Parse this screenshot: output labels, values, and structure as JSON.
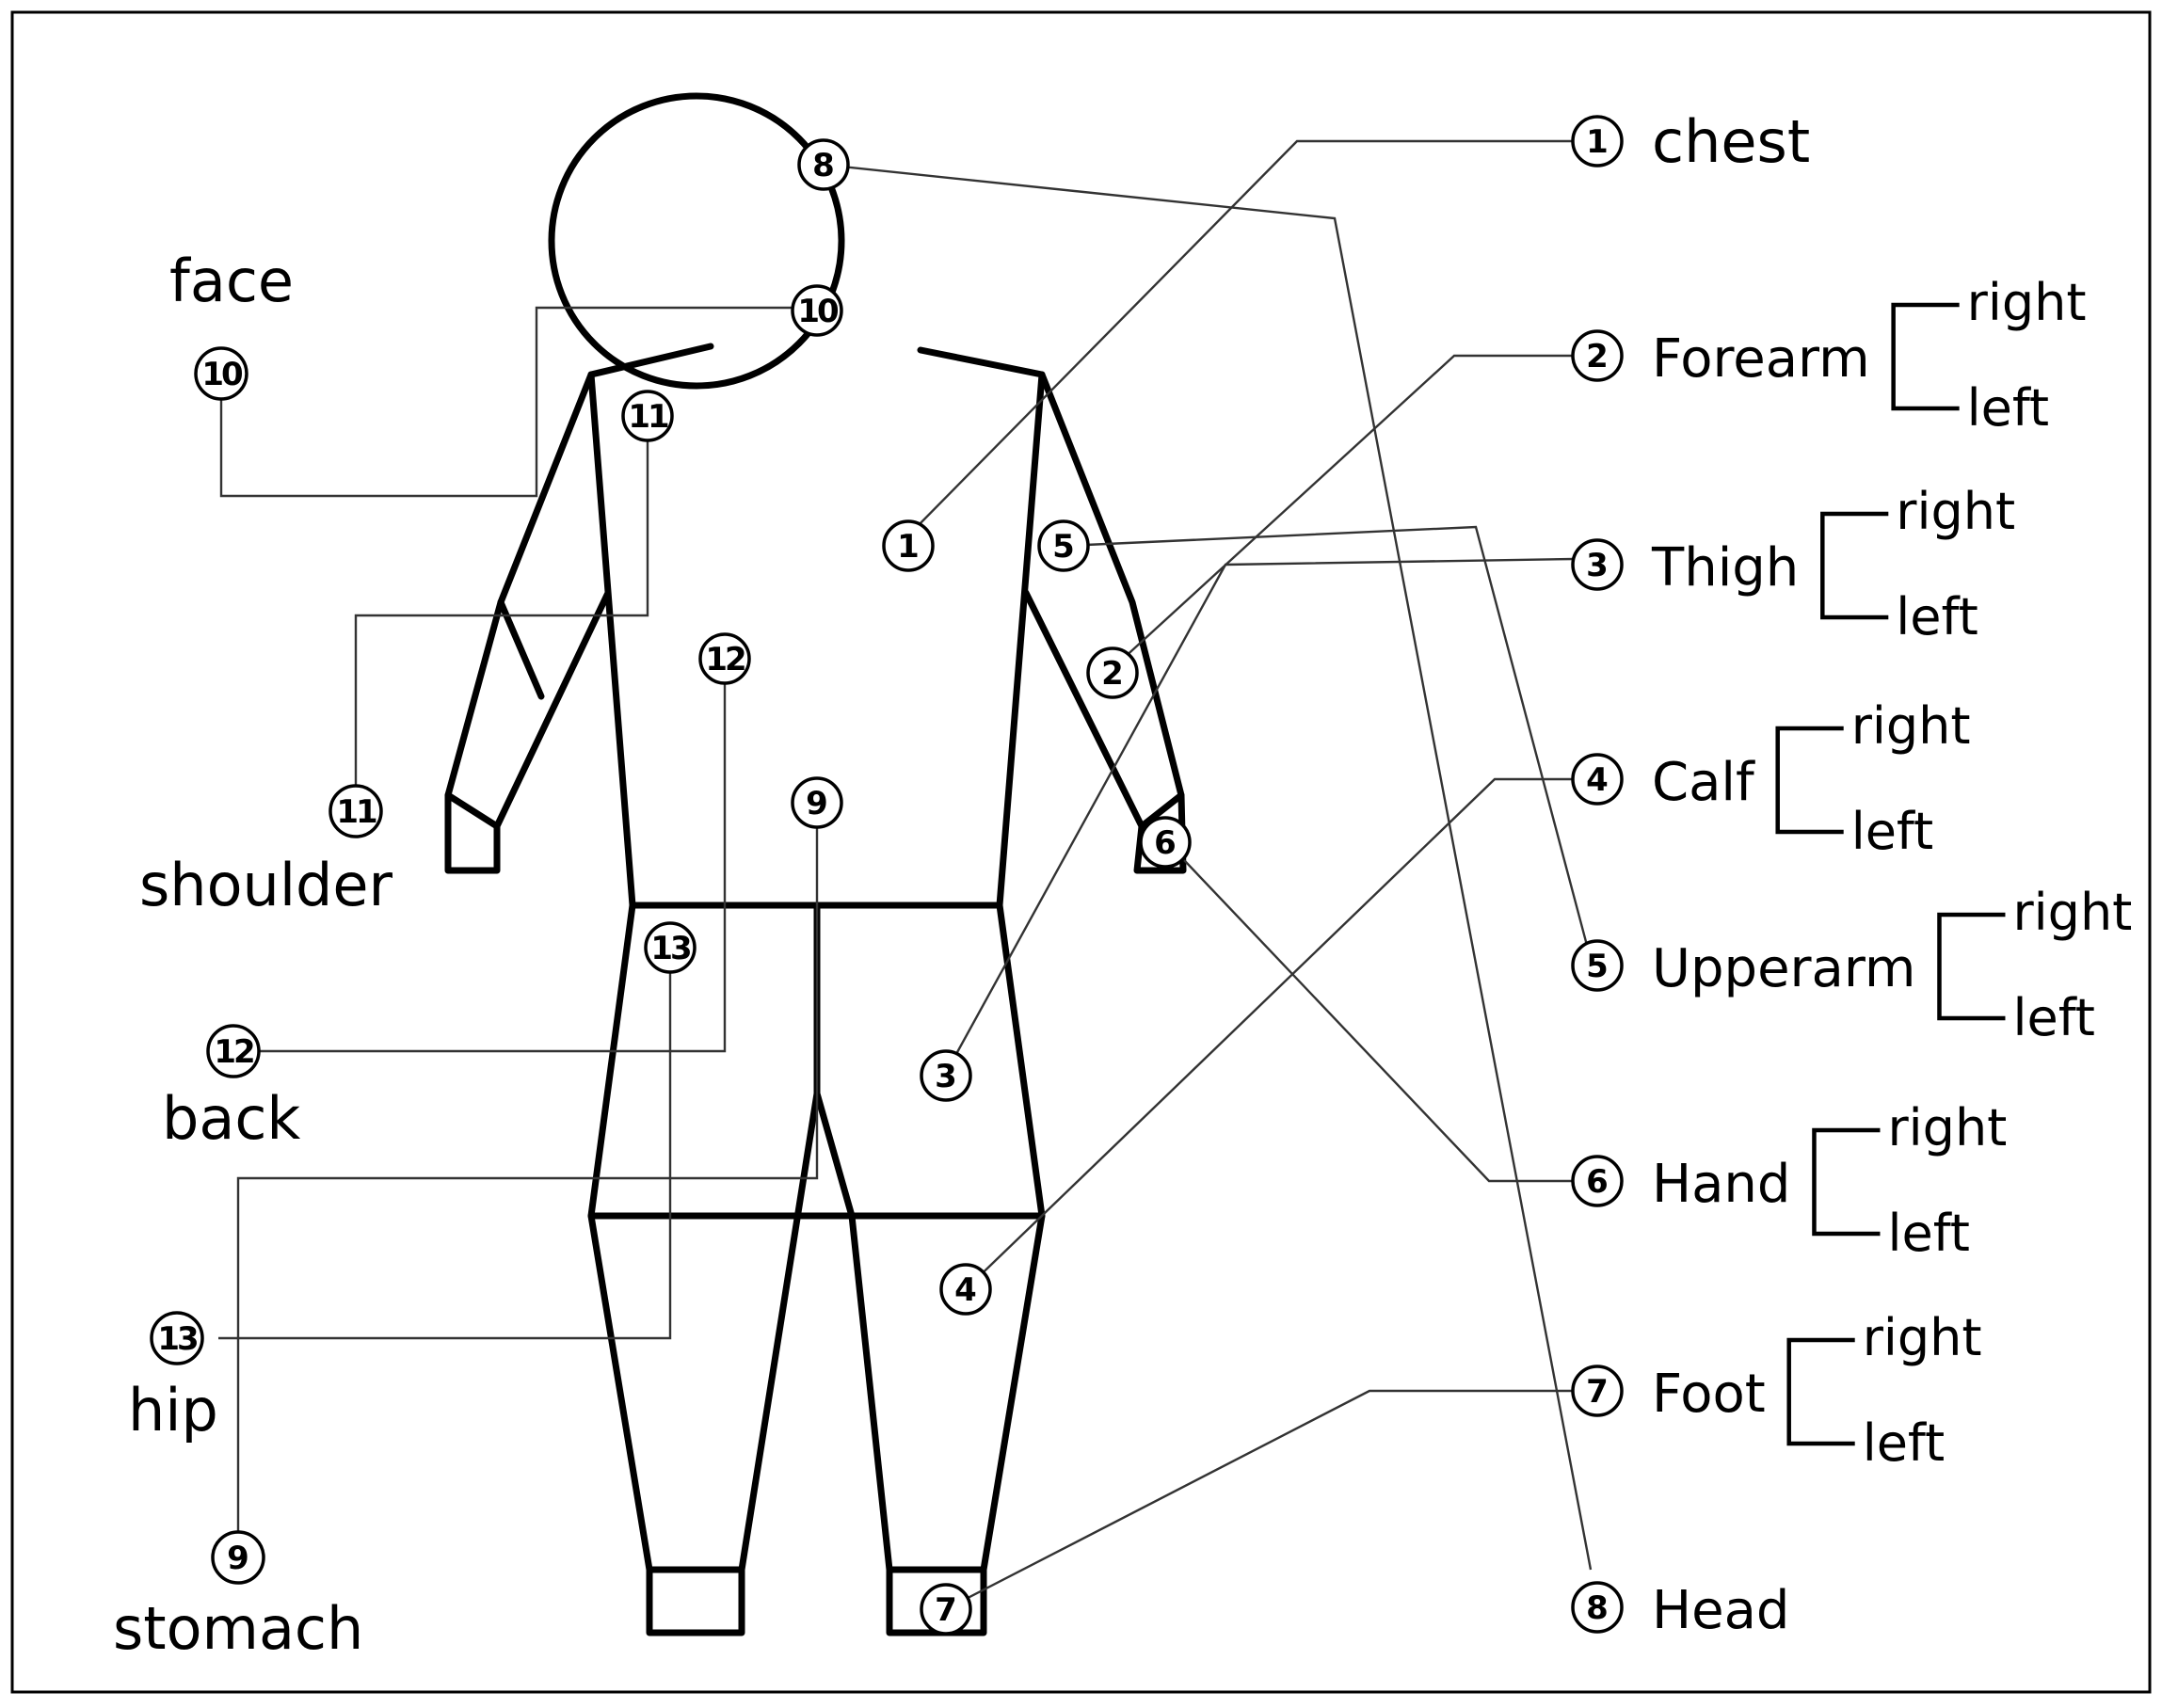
{
  "right_legend": [
    {
      "num": "1",
      "label": "chest",
      "sides": []
    },
    {
      "num": "2",
      "label": "Forearm",
      "sides": [
        "right",
        "left"
      ]
    },
    {
      "num": "3",
      "label": "Thigh",
      "sides": [
        "right",
        "left"
      ]
    },
    {
      "num": "4",
      "label": "Calf",
      "sides": [
        "right",
        "left"
      ]
    },
    {
      "num": "5",
      "label": "Upperarm",
      "sides": [
        "right",
        "left"
      ]
    },
    {
      "num": "6",
      "label": "Hand",
      "sides": [
        "right",
        "left"
      ]
    },
    {
      "num": "7",
      "label": "Foot",
      "sides": [
        "right",
        "left"
      ]
    },
    {
      "num": "8",
      "label": "Head",
      "sides": []
    }
  ],
  "left_legend": [
    {
      "num": "10",
      "label": "face"
    },
    {
      "num": "11",
      "label": "shoulder"
    },
    {
      "num": "12",
      "label": "back"
    },
    {
      "num": "13",
      "label": "hip"
    },
    {
      "num": "9",
      "label": "stomach"
    }
  ],
  "body_markers": [
    {
      "num": "8",
      "part": "head"
    },
    {
      "num": "10",
      "part": "face"
    },
    {
      "num": "11",
      "part": "shoulder"
    },
    {
      "num": "1",
      "part": "chest"
    },
    {
      "num": "5",
      "part": "upperarm"
    },
    {
      "num": "2",
      "part": "forearm"
    },
    {
      "num": "12",
      "part": "back"
    },
    {
      "num": "9",
      "part": "stomach"
    },
    {
      "num": "6",
      "part": "hand"
    },
    {
      "num": "13",
      "part": "hip"
    },
    {
      "num": "3",
      "part": "thigh"
    },
    {
      "num": "4",
      "part": "calf"
    },
    {
      "num": "7",
      "part": "foot"
    }
  ]
}
